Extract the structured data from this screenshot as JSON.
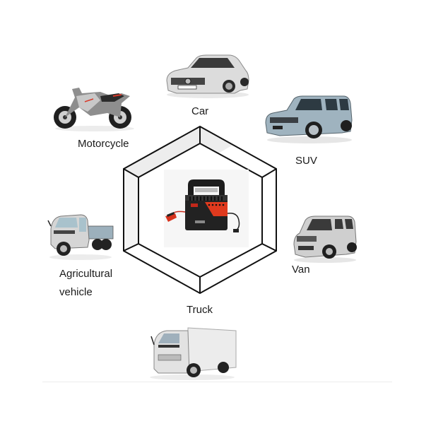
{
  "title": "Vehicle compatibility diagram",
  "center_product": {
    "name": "Battery charger",
    "icon": "battery-charger-icon",
    "colors": {
      "body": "#1e1e1e",
      "panel": "#e03a1e",
      "clamp_red": "#d8321c"
    }
  },
  "hexagon": {
    "stroke": "#111111",
    "fill": "#ffffff",
    "shade": "#ececec"
  },
  "vehicles": [
    {
      "id": "car",
      "label": "Car",
      "icon": "car-icon"
    },
    {
      "id": "motorcycle",
      "label": "Motorcycle",
      "icon": "motorcycle-icon"
    },
    {
      "id": "suv",
      "label": "SUV",
      "icon": "suv-icon"
    },
    {
      "id": "agricultural",
      "label_line1": "Agricultural",
      "label_line2": "vehicle",
      "icon": "agricultural-vehicle-icon"
    },
    {
      "id": "van",
      "label": "Van",
      "icon": "van-icon"
    },
    {
      "id": "truck",
      "label": "Truck",
      "icon": "truck-icon"
    }
  ]
}
